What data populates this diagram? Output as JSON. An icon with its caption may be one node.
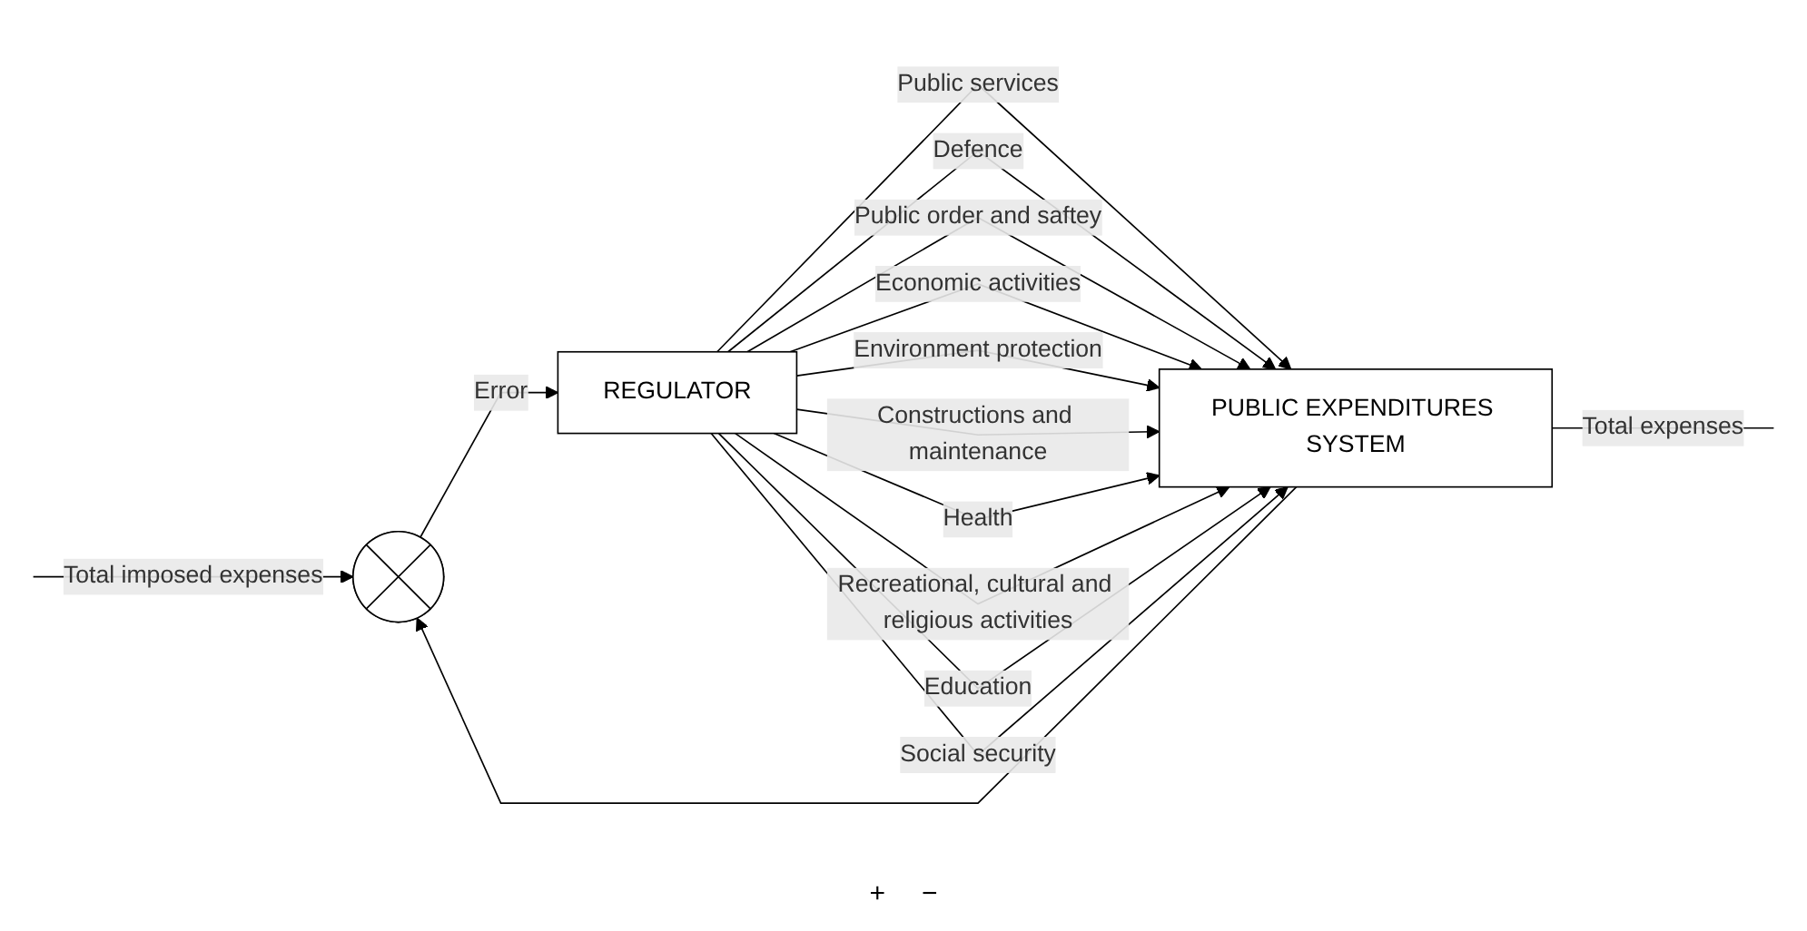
{
  "diagram": {
    "nodes": [
      {
        "text": [],
        "shape": "circle"
      },
      {
        "text": [
          "REGULATOR"
        ]
      },
      {
        "text": [
          "PUBLIC EXPENDITURES SYSTEM"
        ]
      }
    ],
    "edges": [
      {
        "from": null,
        "to": 0,
        "arrow": "to",
        "label": "Total imposed expenses"
      },
      {
        "from": 0,
        "to": 1,
        "arrow": "to",
        "label": "Error"
      },
      {
        "from": 1,
        "to": 2,
        "arrow": "to",
        "label": "Public services"
      },
      {
        "from": 1,
        "to": 2,
        "arrow": "to",
        "label": "Defence"
      },
      {
        "from": 1,
        "to": 2,
        "arrow": "to",
        "label": "Public order and saftey"
      },
      {
        "from": 1,
        "to": 2,
        "arrow": "to",
        "label": "Economic activities"
      },
      {
        "from": 1,
        "to": 2,
        "arrow": "to",
        "label": "Environment protection"
      },
      {
        "from": 1,
        "to": 2,
        "arrow": "to",
        "label": "Constructions and maintenance"
      },
      {
        "from": 1,
        "to": 2,
        "arrow": "to",
        "label": "Health"
      },
      {
        "from": 1,
        "to": 2,
        "arrow": "to",
        "label": "Recreational, cultural and religious activities"
      },
      {
        "from": 1,
        "to": 2,
        "arrow": "to",
        "label": "Education"
      },
      {
        "from": 1,
        "to": 2,
        "arrow": "to",
        "label": "Social security"
      },
      {
        "from": 2,
        "to": null,
        "arrow": "none",
        "label": "Total expenses"
      },
      {
        "from": 2,
        "to": 0,
        "arrow": "to"
      }
    ],
    "labels": [
      "+",
      "−"
    ]
  }
}
